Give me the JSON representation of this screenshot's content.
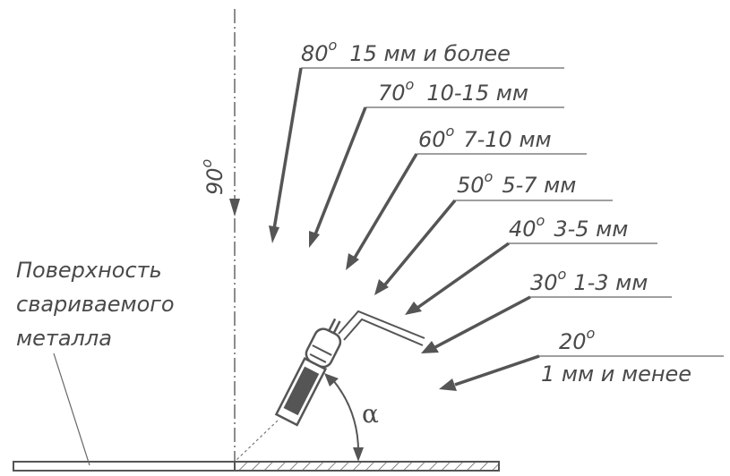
{
  "labels": {
    "vertical_angle": "90",
    "vertical_angle_sup": "о",
    "surface_line1": "Поверхность",
    "surface_line2": "свариваемого",
    "surface_line3": "металла",
    "angle_symbol": "α"
  },
  "angle_labels": [
    {
      "deg": "80",
      "sup": "о",
      "text": "15 мм и более"
    },
    {
      "deg": "70",
      "sup": "о",
      "text": "10-15 мм"
    },
    {
      "deg": "60",
      "sup": "о",
      "text": "7-10 мм"
    },
    {
      "deg": "50",
      "sup": "о",
      "text": "5-7 мм"
    },
    {
      "deg": "40",
      "sup": "о",
      "text": "3-5 мм"
    },
    {
      "deg": "30",
      "sup": "о",
      "text": "1-3 мм"
    },
    {
      "deg": "20",
      "sup": "о",
      "text": "1 мм и менее"
    }
  ],
  "colors": {
    "ink": "#555555",
    "background": "#ffffff"
  }
}
